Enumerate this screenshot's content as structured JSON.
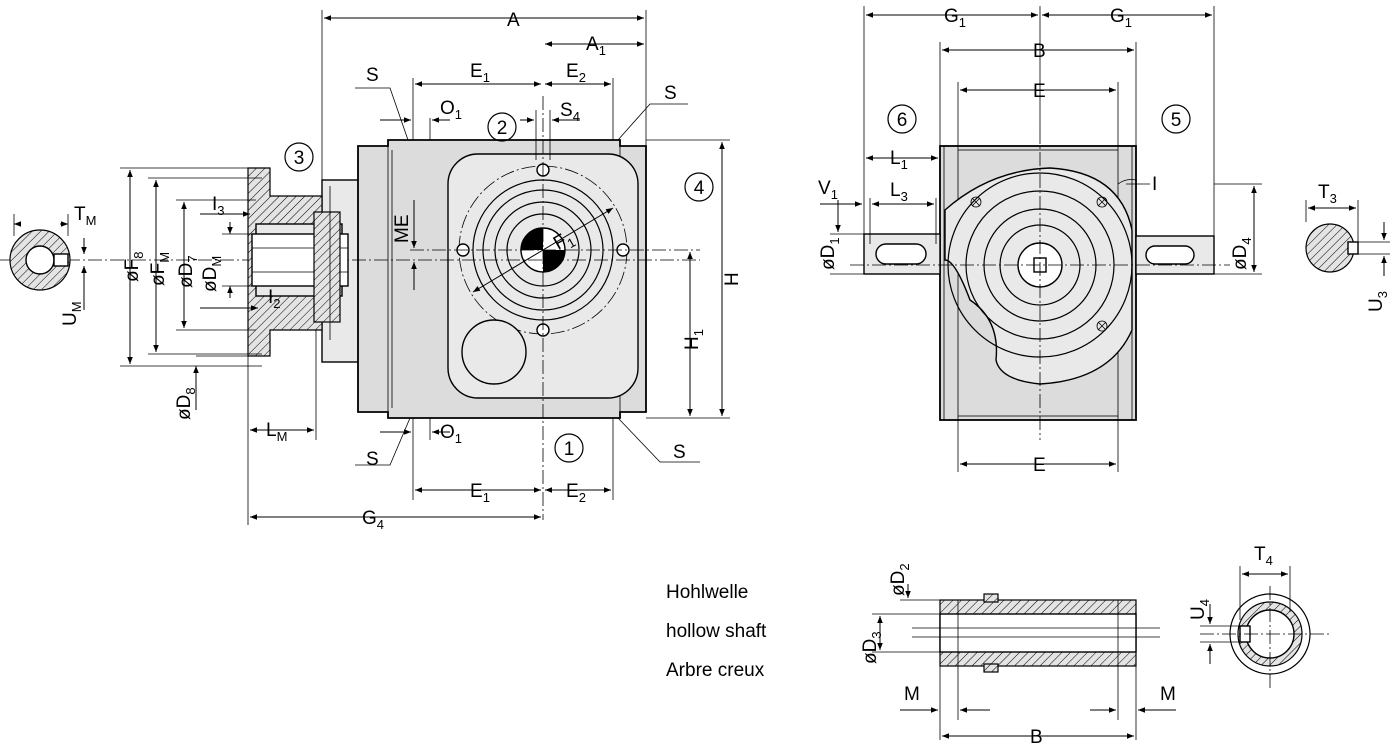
{
  "labels": {
    "A": "A",
    "A1": "A",
    "A1_sub": "1",
    "E1_top": "E",
    "E1_top_sub": "1",
    "E2_top": "E",
    "E2_top_sub": "2",
    "S_tl": "S",
    "S_tr": "S",
    "S_bl": "S",
    "S_br": "S",
    "O1_top": "O",
    "O1_top_sub": "1",
    "O1_bot": "O",
    "O1_bot_sub": "1",
    "S4": "S",
    "S4_sub": "4",
    "ME": "ME",
    "F1": "F",
    "F1_sub": "1",
    "H": "H",
    "H1": "H",
    "H1_sub": "1",
    "E1_bot": "E",
    "E1_bot_sub": "1",
    "E2_bot": "E",
    "E2_bot_sub": "2",
    "G4": "G",
    "G4_sub": "4",
    "LM": "L",
    "LM_sub": "M",
    "TM": "T",
    "TM_sub": "M",
    "UM": "U",
    "UM_sub": "M",
    "F8": "øF",
    "F8_sub": "8",
    "FM": "øF",
    "FM_sub": "M",
    "D7": "øD",
    "D7_sub": "7",
    "DM": "øD",
    "DM_sub": "M",
    "D8": "øD",
    "D8_sub": "8",
    "I3": "I",
    "I3_sub": "3",
    "I2": "I",
    "I2_sub": "2",
    "G1_left": "G",
    "G1_left_sub": "1",
    "G1_right": "G",
    "G1_right_sub": "1",
    "B_top": "B",
    "E_top": "E",
    "E_bot": "E",
    "L1": "L",
    "L1_sub": "1",
    "L3": "L",
    "L3_sub": "3",
    "V1": "V",
    "V1_sub": "1",
    "D1": "øD",
    "D1_sub": "1",
    "D4": "øD",
    "D4_sub": "4",
    "I_right": "I",
    "T3": "T",
    "T3_sub": "3",
    "U3": "U",
    "U3_sub": "3",
    "D2": "øD",
    "D2_sub": "2",
    "D3": "øD",
    "D3_sub": "3",
    "M_left": "M",
    "M_right": "M",
    "B_bot": "B",
    "T4": "T",
    "T4_sub": "4",
    "U4": "U",
    "U4_sub": "4"
  },
  "markers": {
    "m1": "1",
    "m2": "2",
    "m3": "3",
    "m4": "4",
    "m5": "5",
    "m6": "6"
  },
  "legend": {
    "line1": "Hohlwelle",
    "line2": "hollow shaft",
    "line3": "Arbre creux"
  }
}
